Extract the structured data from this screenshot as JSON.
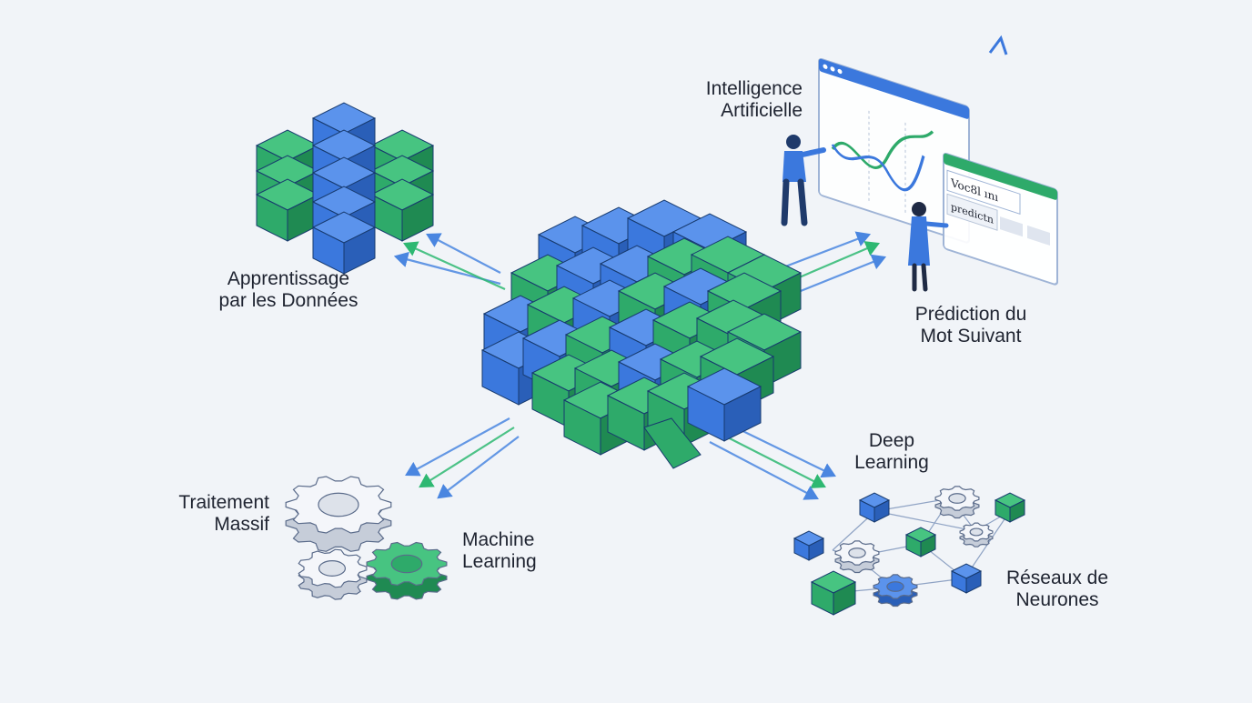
{
  "labels": {
    "data_learning": [
      "Apprentissage",
      "par les Données"
    ],
    "ai": [
      "Intelligence",
      "Artificielle"
    ],
    "next_word": [
      "Prédiction du",
      "Mot Suivant"
    ],
    "deep_learning": [
      "Deep",
      "Learning"
    ],
    "massive_processing": [
      "Traitement",
      "Massif"
    ],
    "machine_learning": [
      "Machine",
      "Learning"
    ],
    "neural_networks": [
      "Réseaux de",
      "Neurones"
    ]
  },
  "screen_text": {
    "input_text": "Voc8l ını",
    "predict_text": "predictn"
  },
  "colors": {
    "blue": "#3b78dd",
    "green": "#2eaa6a",
    "gray": "#d9dde6",
    "background": "#f1f4f8"
  }
}
